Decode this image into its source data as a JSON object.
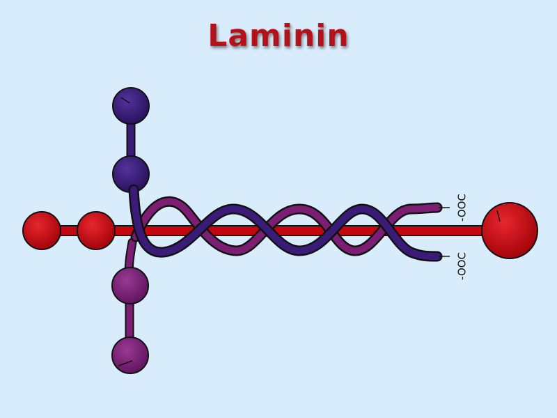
{
  "title": "Laminin",
  "terminal_labels": {
    "upper": "-OOC",
    "lower": "-OOC"
  },
  "colors": {
    "background": "#d8ecfb",
    "title": "#b4121a",
    "alpha_chain": "#c4060f",
    "beta_chain": "#3a1c78",
    "gamma_chain": "#7c1f74"
  }
}
